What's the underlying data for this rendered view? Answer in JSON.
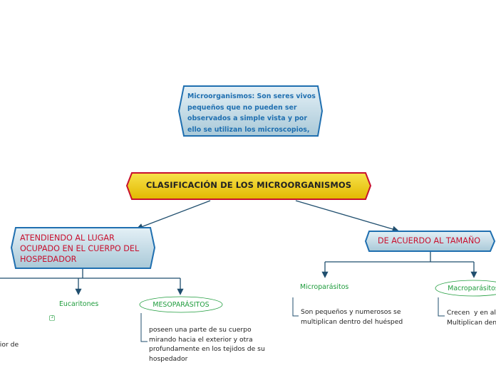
{
  "intro": {
    "text": "Microorganismos: Son seres vivos pequeños que no pueden ser observados a simple vista y por ello se utilizan los microscopios,"
  },
  "root": {
    "title": "CLASIFICACIÓN DE LOS MICROORGANISMOS"
  },
  "left_branch": {
    "title": "ATENDIENDO AL LUGAR OCUPADO EN EL CUERPO DEL HOSPEDADOR",
    "children": [
      {
        "label": "Eucaritones",
        "description": "rior de",
        "count": "2"
      },
      {
        "label": "MESOPARÁSITOS",
        "description": "poseen una parte de su cuerpo mirando hacia el exterior y otra profundamente en los tejidos de su hospedador"
      }
    ]
  },
  "right_branch": {
    "title": "DE ACUERDO AL TAMAÑO",
    "children": [
      {
        "label": "Microparásitos",
        "description": "Son pequeños y numerosos se multiplican dentro del huésped"
      },
      {
        "label": "Macroparásitos",
        "description": "Crecen  y en alg\nMultiplican den"
      }
    ]
  },
  "colors": {
    "blue_box_fill": "#cfe3ee",
    "blue_box_border": "#1f6fb0",
    "title_fill": "#f2d400",
    "title_border": "#c8102e",
    "connector": "#1f4e6e",
    "accent_green": "#1e9c3c",
    "branch_text": "#c8102e"
  }
}
